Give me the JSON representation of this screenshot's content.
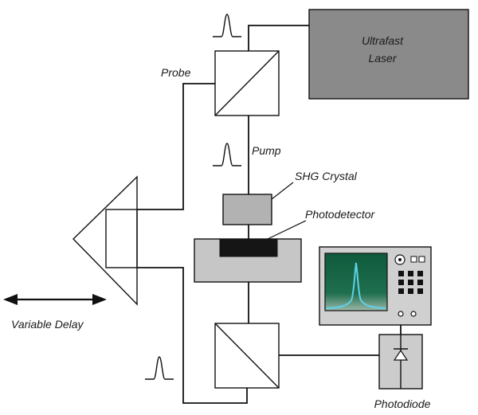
{
  "labels": {
    "laser_line1": "Ultrafast",
    "laser_line2": "Laser",
    "probe": "Probe",
    "pump": "Pump",
    "shg_crystal": "SHG Crystal",
    "photodetector": "Photodetector",
    "variable_delay": "Variable Delay",
    "photodiode": "Photodiode"
  },
  "colors": {
    "laser_fill": "#8a8a8a",
    "crystal_fill": "#b2b2b2",
    "detector_housing": "#c6c6c6",
    "detector_element": "#151515",
    "scope_body": "#d0d0d0",
    "scope_screen": "#1d4f3c",
    "trace": "#5fd0e8",
    "photodiode_fill": "#cccccc",
    "beam": "#111111"
  },
  "icons": [
    "pulse-icon",
    "arrow-double-icon",
    "diode-icon"
  ]
}
